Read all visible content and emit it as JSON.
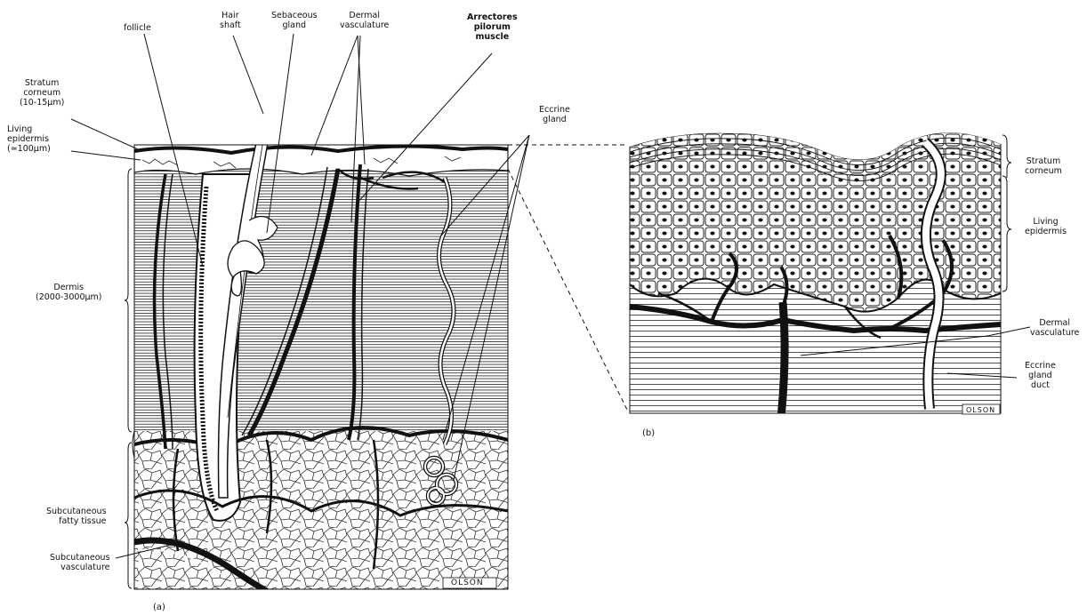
{
  "figure_a": {
    "caption": "(a)",
    "signature": "OLSON",
    "labels": {
      "follicle": "follicle",
      "hair_shaft": "Hair\nshaft",
      "sebaceous_gland": "Sebaceous\ngland",
      "dermal_vasculature": "Dermal\nvasculature",
      "arrectores": "Arrectores\npilorum\nmuscle",
      "eccrine_gland": "Eccrine\ngland",
      "stratum_corneum": "Stratum\ncorneum\n(10-15μm)",
      "living_epidermis": "Living\nepidermis\n(≃100μm)",
      "dermis": "Dermis\n(2000-3000μm)",
      "subcutaneous_fatty": "Subcutaneous\nfatty tissue",
      "subcutaneous_vasc": "Subcutaneous\nvasculature"
    }
  },
  "figure_b": {
    "caption": "(b)",
    "signature": "OLSON",
    "labels": {
      "stratum_corneum": "Stratum\ncorneum",
      "living_epidermis": "Living\nepidermis",
      "dermal_vasculature": "Dermal\nvasculature",
      "eccrine_duct": "Eccrine\ngland\nduct"
    }
  },
  "colors": {
    "ink": "#111111",
    "paper": "#ffffff"
  }
}
